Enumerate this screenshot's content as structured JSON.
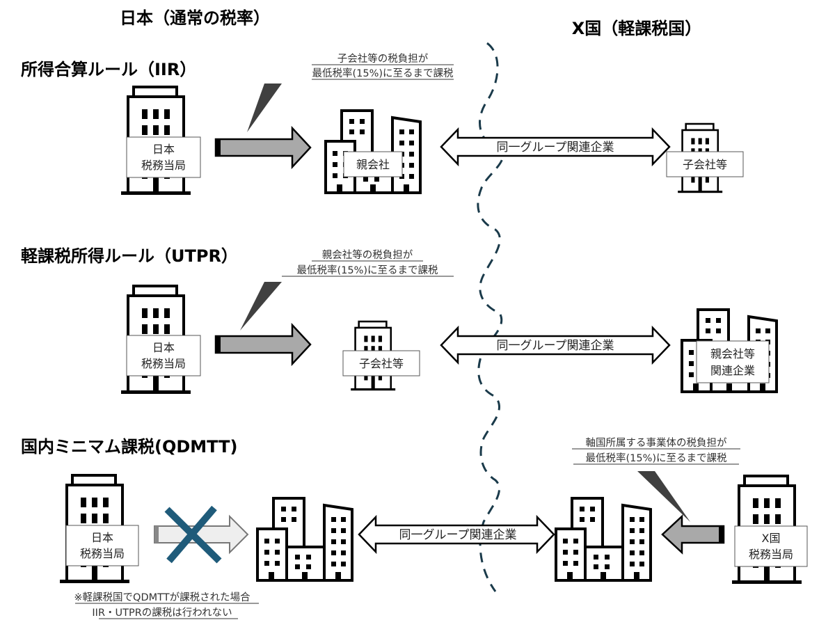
{
  "headers": {
    "left_country": "日本（通常の税率）",
    "right_country": "X国（軽課税国）"
  },
  "sections": [
    {
      "title": "所得合算ルール（IIR）",
      "note_lines": [
        "子会社等の税負担が",
        "最低税率(15%)に至るまで課税"
      ],
      "authority_label": [
        "日本",
        "税務当局"
      ],
      "japan_entity_label": "親会社",
      "relation_label": "同一グループ関連企業",
      "foreign_entity_label": [
        "子会社等"
      ]
    },
    {
      "title": "軽課税所得ルール（UTPR）",
      "note_lines": [
        "親会社等の税負担が",
        "最低税率(15%)に至るまで課税"
      ],
      "authority_label": [
        "日本",
        "税務当局"
      ],
      "japan_entity_label": "子会社等",
      "relation_label": "同一グループ関連企業",
      "foreign_entity_label": [
        "親会社等",
        "関連企業"
      ]
    },
    {
      "title": "国内ミニマム課税(QDMTT)",
      "note_lines": [
        "軸国所属する事業体の税負担が",
        "最低税率(15%)に至るまで課税"
      ],
      "authority_label": [
        "日本",
        "税務当局"
      ],
      "relation_label": "同一グループ関連企業",
      "foreign_authority_label": [
        "X国",
        "税務当局"
      ],
      "footnote_lines": [
        "※軽課税国でQDMTTが課税された場合",
        "IIR・UTPRの課税は行われない"
      ],
      "japan_taxation_blocked": true
    }
  ],
  "colors": {
    "cross_mark": "#1f5b7a",
    "border_line": "#1a3a4a",
    "tax_arrow_fill": "#a9a9a9",
    "blocked_arrow_fill": "#eeeeee",
    "callout": "#404040"
  }
}
